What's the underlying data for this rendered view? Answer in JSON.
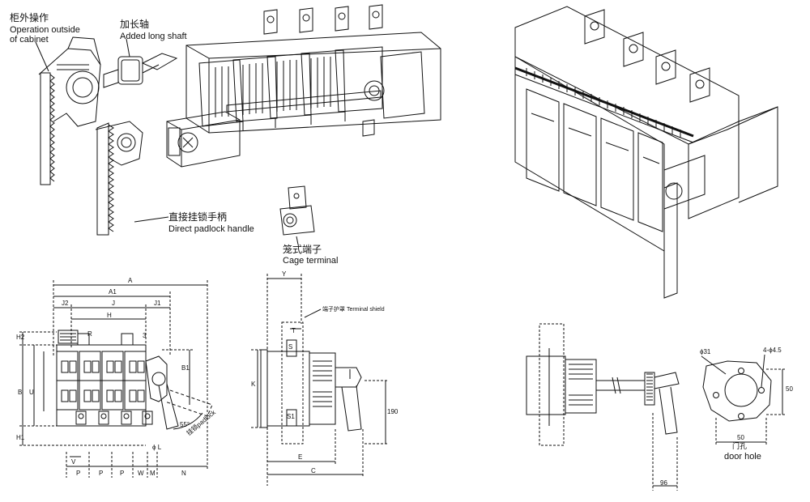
{
  "callouts": {
    "operation_outside_zh": "柜外操作",
    "operation_outside_en_line1": "Operation outside",
    "operation_outside_en_line2": "of cabinet",
    "long_shaft_zh": "加长轴",
    "long_shaft_en": "Added long shaft",
    "padlock_handle_zh": "直接挂锁手柄",
    "padlock_handle_en": "Direct padlock handle",
    "cage_terminal_zh": "笼式端子",
    "cage_terminal_en": "Cage terminal"
  },
  "front_view": {
    "dims": {
      "A": "A",
      "A1": "A1",
      "J2": "J2",
      "J": "J",
      "J1": "J1",
      "H": "H",
      "R": "R",
      "num3": "3",
      "H2": "H2",
      "B": "B",
      "U": "U",
      "H1": "H1",
      "B1": "B1",
      "V": "V",
      "P1": "P",
      "P2": "P",
      "P3": "P",
      "W": "W",
      "M": "M",
      "N": "N",
      "phiL": "ϕ L"
    },
    "angle": "55°",
    "padlock_label": "挂锁padlock"
  },
  "side_view": {
    "dims": {
      "Y": "Y",
      "T": "T",
      "S": "S",
      "S1": "S1",
      "K": "K",
      "E": "E",
      "C": "C",
      "d190": "190"
    },
    "terminal_shield": "端子护罩 Terminal shield"
  },
  "door_view": {
    "d96": "96",
    "phi31": "ϕ31",
    "holes": "4-ϕ4.5",
    "d50_right": "50",
    "d50_bottom": "50",
    "door_hole_zh": "门孔",
    "door_hole_en": "door hole"
  }
}
